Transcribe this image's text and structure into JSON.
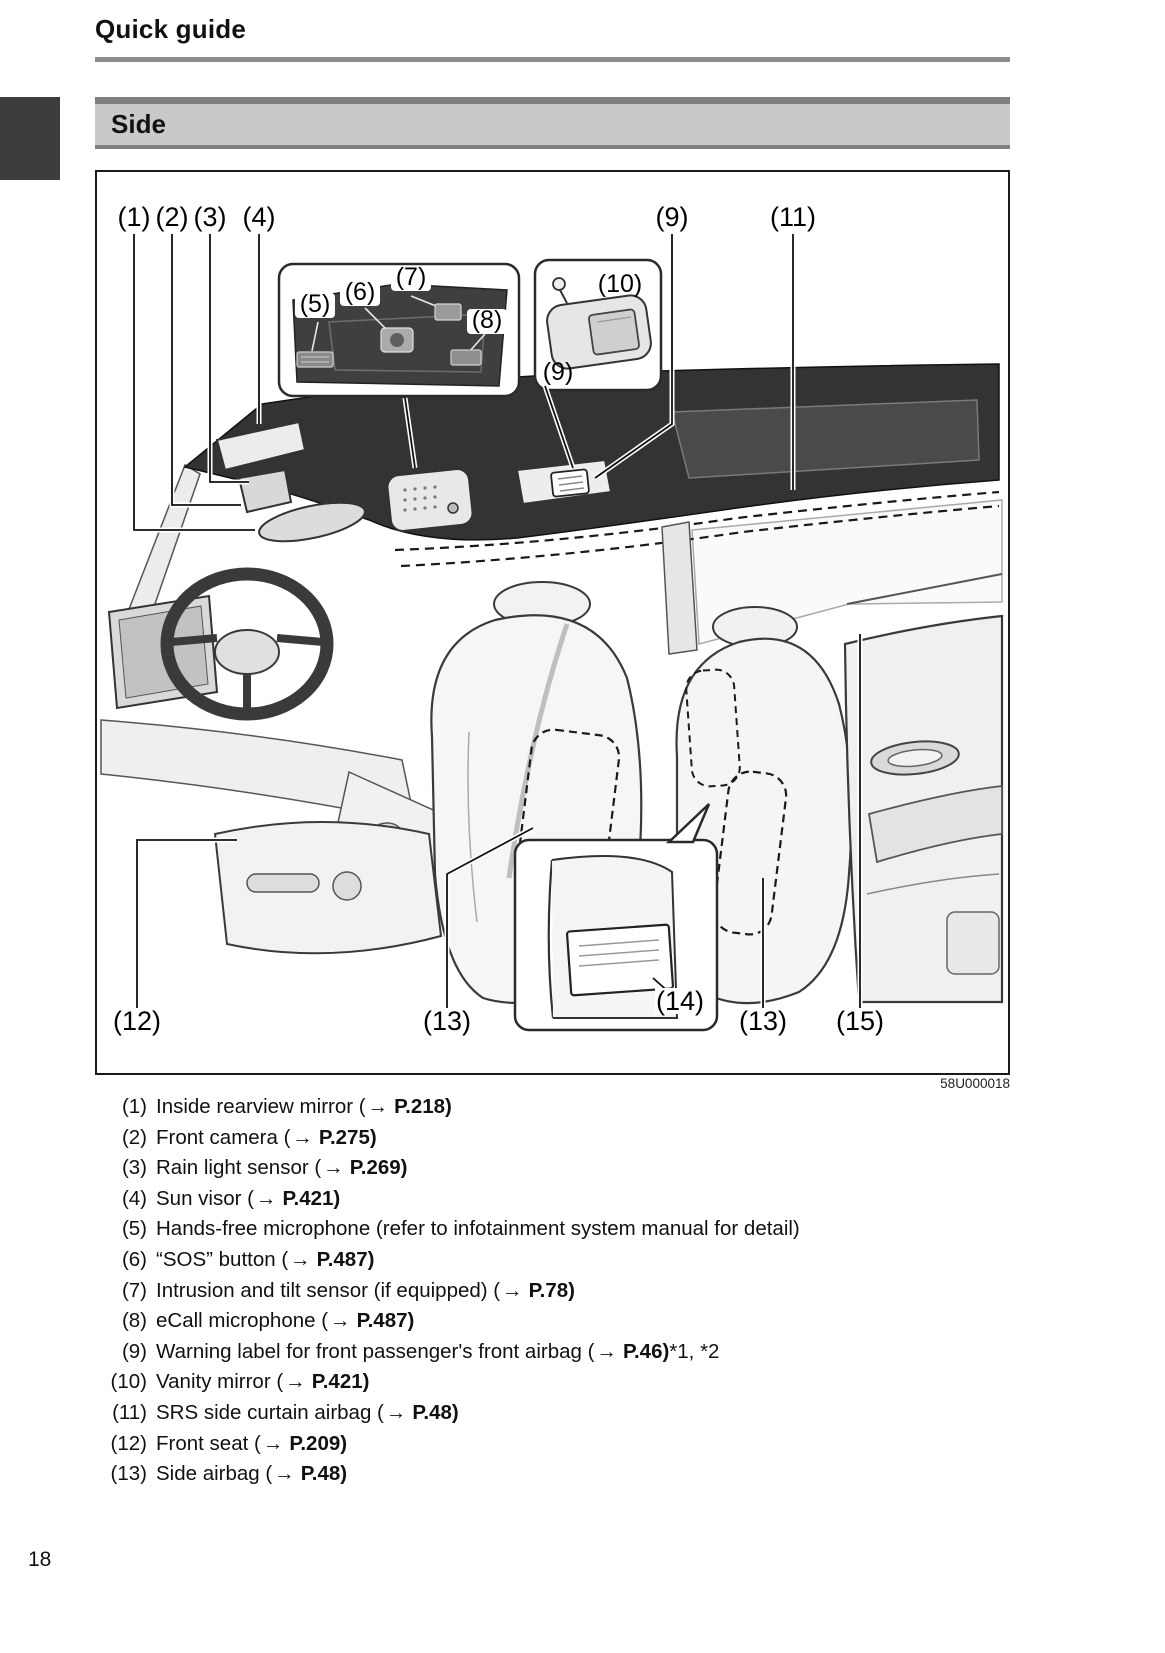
{
  "page": {
    "header": "Quick guide",
    "section_title": "Side",
    "figure_code": "58U000018",
    "page_number": "18"
  },
  "figure": {
    "callouts": {
      "c1": "(1)",
      "c2": "(2)",
      "c3": "(3)",
      "c4": "(4)",
      "c5": "(5)",
      "c6": "(6)",
      "c7": "(7)",
      "c8": "(8)",
      "c9_top": "(9)",
      "c9_inset": "(9)",
      "c10": "(10)",
      "c11": "(11)",
      "c12": "(12)",
      "c13_left": "(13)",
      "c13_right": "(13)",
      "c14": "(14)",
      "c15": "(15)"
    }
  },
  "legend": {
    "items": [
      {
        "num": "(1)",
        "pre": "Inside rearview mirror (",
        "arrow": "→",
        "ref": "P.218)",
        "post": ""
      },
      {
        "num": "(2)",
        "pre": "Front camera (",
        "arrow": "→",
        "ref": "P.275)",
        "post": ""
      },
      {
        "num": "(3)",
        "pre": "Rain light sensor (",
        "arrow": "→",
        "ref": "P.269)",
        "post": ""
      },
      {
        "num": "(4)",
        "pre": "Sun visor (",
        "arrow": "→",
        "ref": "P.421)",
        "post": ""
      },
      {
        "num": "(5)",
        "pre": "Hands-free microphone (refer to infotainment system manual for detail)",
        "arrow": "",
        "ref": "",
        "post": ""
      },
      {
        "num": "(6)",
        "pre": "“SOS” button (",
        "arrow": "→",
        "ref": "P.487)",
        "post": ""
      },
      {
        "num": "(7)",
        "pre": "Intrusion and tilt sensor (if equipped) (",
        "arrow": "→",
        "ref": "P.78)",
        "post": ""
      },
      {
        "num": "(8)",
        "pre": "eCall microphone (",
        "arrow": "→",
        "ref": "P.487)",
        "post": ""
      },
      {
        "num": "(9)",
        "pre": "Warning label for front passenger's front airbag (",
        "arrow": "→",
        "ref": "P.46)",
        "post": "*1, *2"
      },
      {
        "num": "(10)",
        "pre": "Vanity mirror (",
        "arrow": "→",
        "ref": "P.421)",
        "post": ""
      },
      {
        "num": "(11)",
        "pre": "SRS side curtain airbag (",
        "arrow": "→",
        "ref": "P.48)",
        "post": ""
      },
      {
        "num": "(12)",
        "pre": "Front seat (",
        "arrow": "→",
        "ref": "P.209)",
        "post": ""
      },
      {
        "num": "(13)",
        "pre": "Side airbag (",
        "arrow": "→",
        "ref": "P.48)",
        "post": ""
      }
    ]
  }
}
